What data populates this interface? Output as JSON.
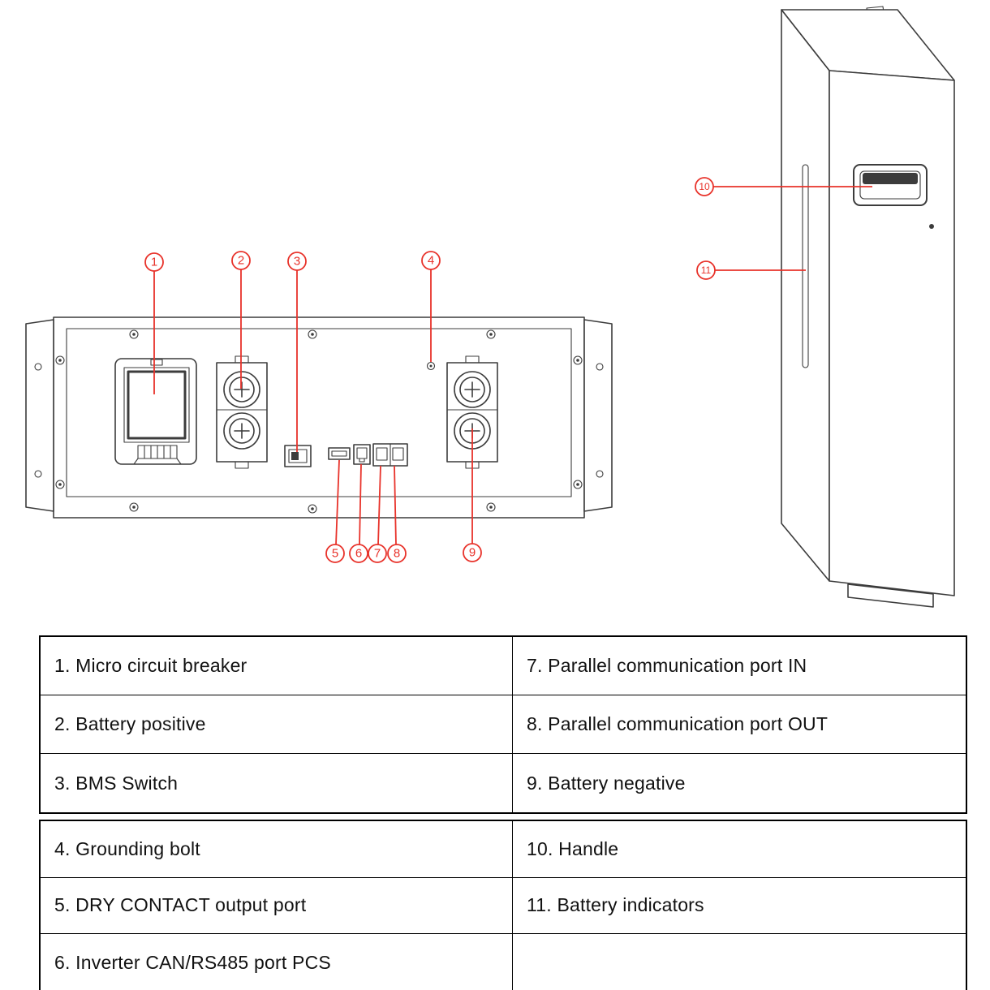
{
  "callouts": {
    "front": [
      "1",
      "2",
      "3",
      "4",
      "5",
      "6",
      "7",
      "8",
      "9"
    ],
    "side": [
      "10",
      "11"
    ]
  },
  "table": {
    "s1": [
      {
        "left": "1. Micro circuit breaker",
        "right": "7. Parallel communication port IN"
      },
      {
        "left": "2. Battery positive",
        "right": "8. Parallel communication port OUT"
      },
      {
        "left": "3. BMS Switch",
        "right": "9. Battery negative"
      }
    ],
    "s2": [
      {
        "left": "4. Grounding bolt",
        "right": "10. Handle"
      },
      {
        "left": "5. DRY CONTACT output port",
        "right": "11. Battery indicators"
      },
      {
        "left": "6. Inverter CAN/RS485 port PCS",
        "right": ""
      }
    ]
  },
  "colors": {
    "callout_red": "#e8322a",
    "line": "#3c3c3c",
    "table_border": "#000000"
  }
}
